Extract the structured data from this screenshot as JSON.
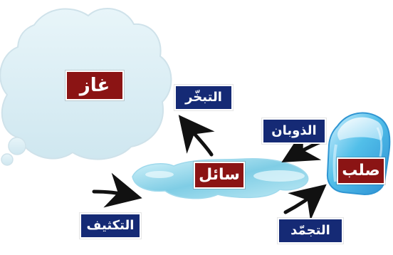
{
  "colors": {
    "state_box": "#8b1414",
    "process_box": "#152a75",
    "label_text": "#ffffff",
    "cloud_fill": "#d8ecf3",
    "water_fill": "#9fdcec",
    "ice_fill": "#4bb6e9",
    "arrow": "#111111"
  },
  "labels": {
    "gas": "غاز",
    "liquid": "سائل",
    "solid": "صلب",
    "evaporation": "التبخّر",
    "melting": "الذوبان",
    "condensation": "التكثيف",
    "freezing": "التجمّد"
  },
  "icons": [
    "cloud-icon",
    "puddle-icon",
    "ice-cube-icon",
    "arrow-icon"
  ]
}
